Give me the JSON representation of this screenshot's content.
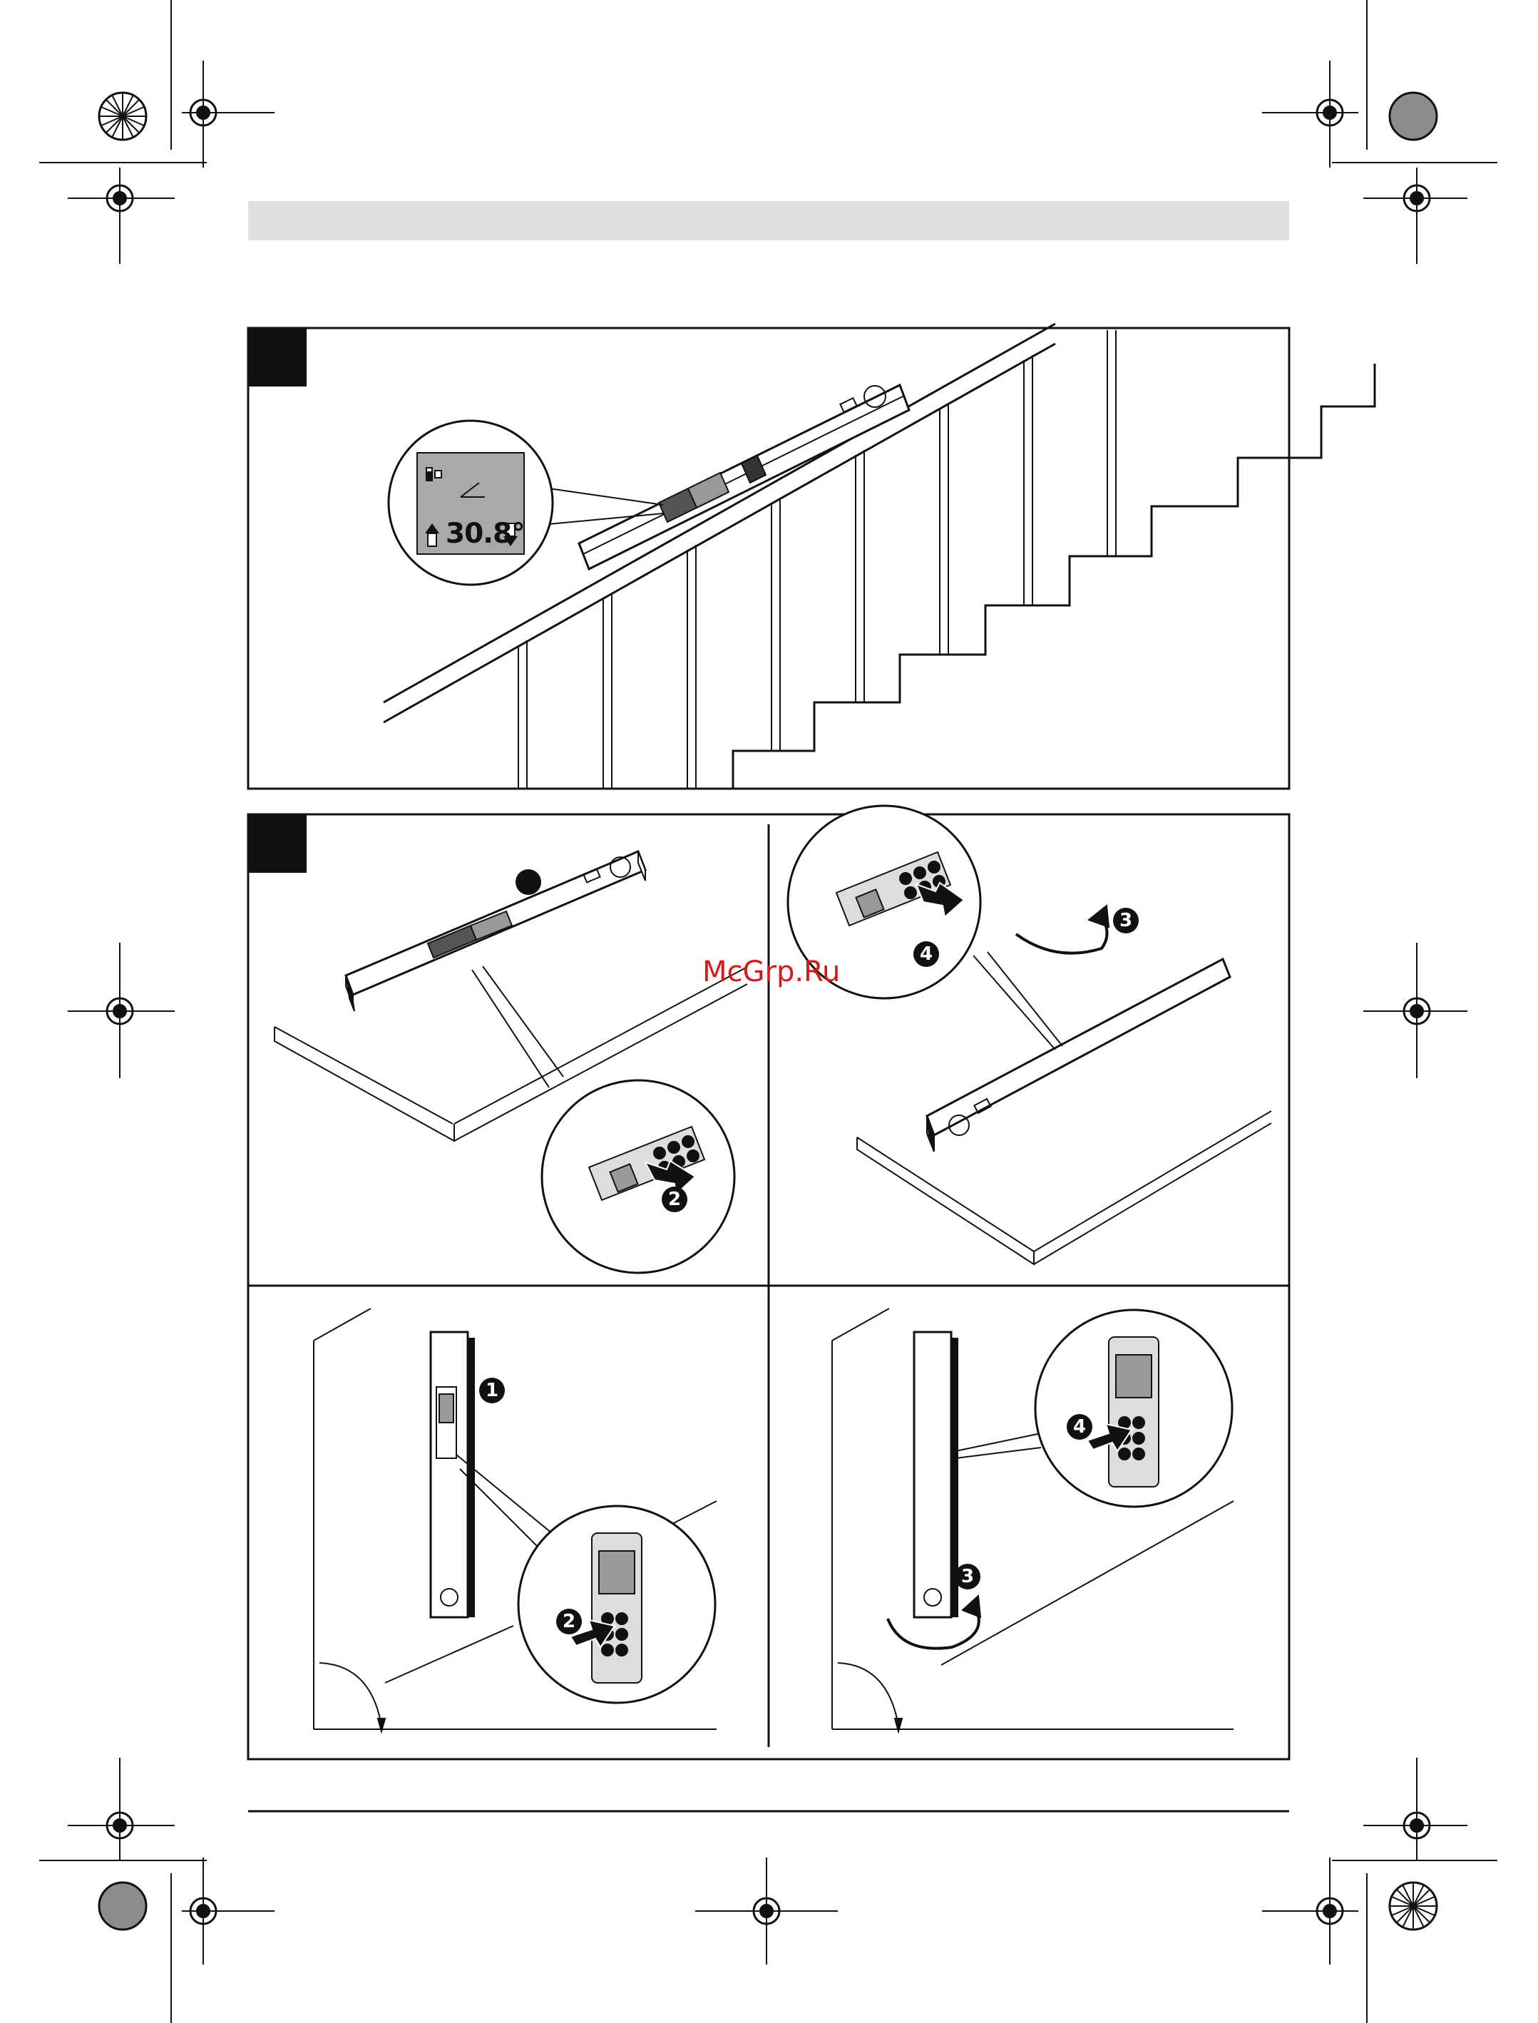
{
  "figure_a": {
    "display_readout": "30.8°"
  },
  "figure_b": {
    "step_1": "1",
    "step_2": "2",
    "step_3": "3",
    "step_4": "4"
  },
  "watermark": "McGrp.Ru",
  "colors": {
    "header_band": "#e0e0e0",
    "ink": "#111111",
    "screen": "#a9a9a9",
    "watermark": "#d11b1b"
  }
}
